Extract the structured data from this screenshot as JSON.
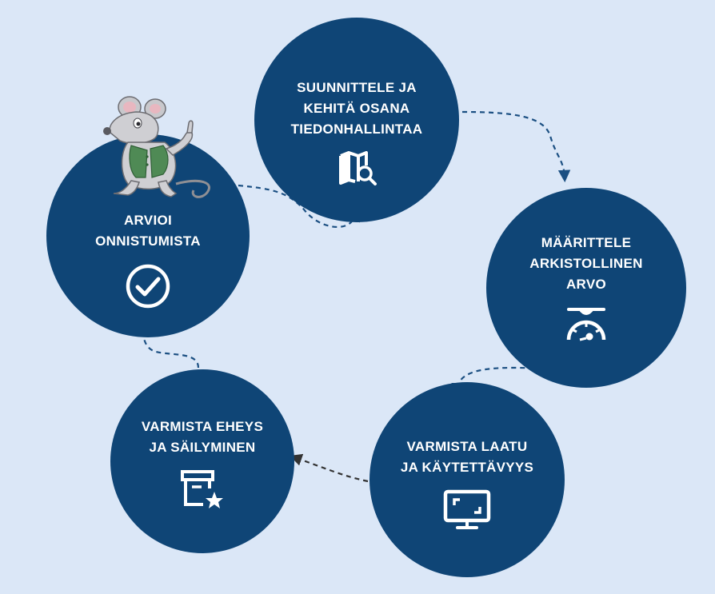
{
  "steps": [
    {
      "id": "plan",
      "label": "SUUNNITTELE JA\nKEHITÄ OSANA\nTIEDONHALLINTAA",
      "icon": "map-search-icon"
    },
    {
      "id": "define",
      "label": "MÄÄRITTELE\nARKISTOLLINEN\nARVO",
      "icon": "scale-gauge-icon"
    },
    {
      "id": "quality",
      "label": "VARMISTA LAATU\nJA KÄYTETTÄVYYS",
      "icon": "monitor-icon"
    },
    {
      "id": "integrity",
      "label": "VARMISTA EHEYS\nJA SÄILYMINEN",
      "icon": "archive-star-icon"
    },
    {
      "id": "evaluate",
      "label": "ARVIOI\nONNISTUMISTA",
      "icon": "check-circle-icon"
    }
  ],
  "mascot": "mouse-mascot",
  "colors": {
    "background": "#dbe7f7",
    "circle": "#0f4576",
    "arrow_blue": "#1b4f82",
    "arrow_dark": "#333333",
    "text": "#ffffff"
  }
}
